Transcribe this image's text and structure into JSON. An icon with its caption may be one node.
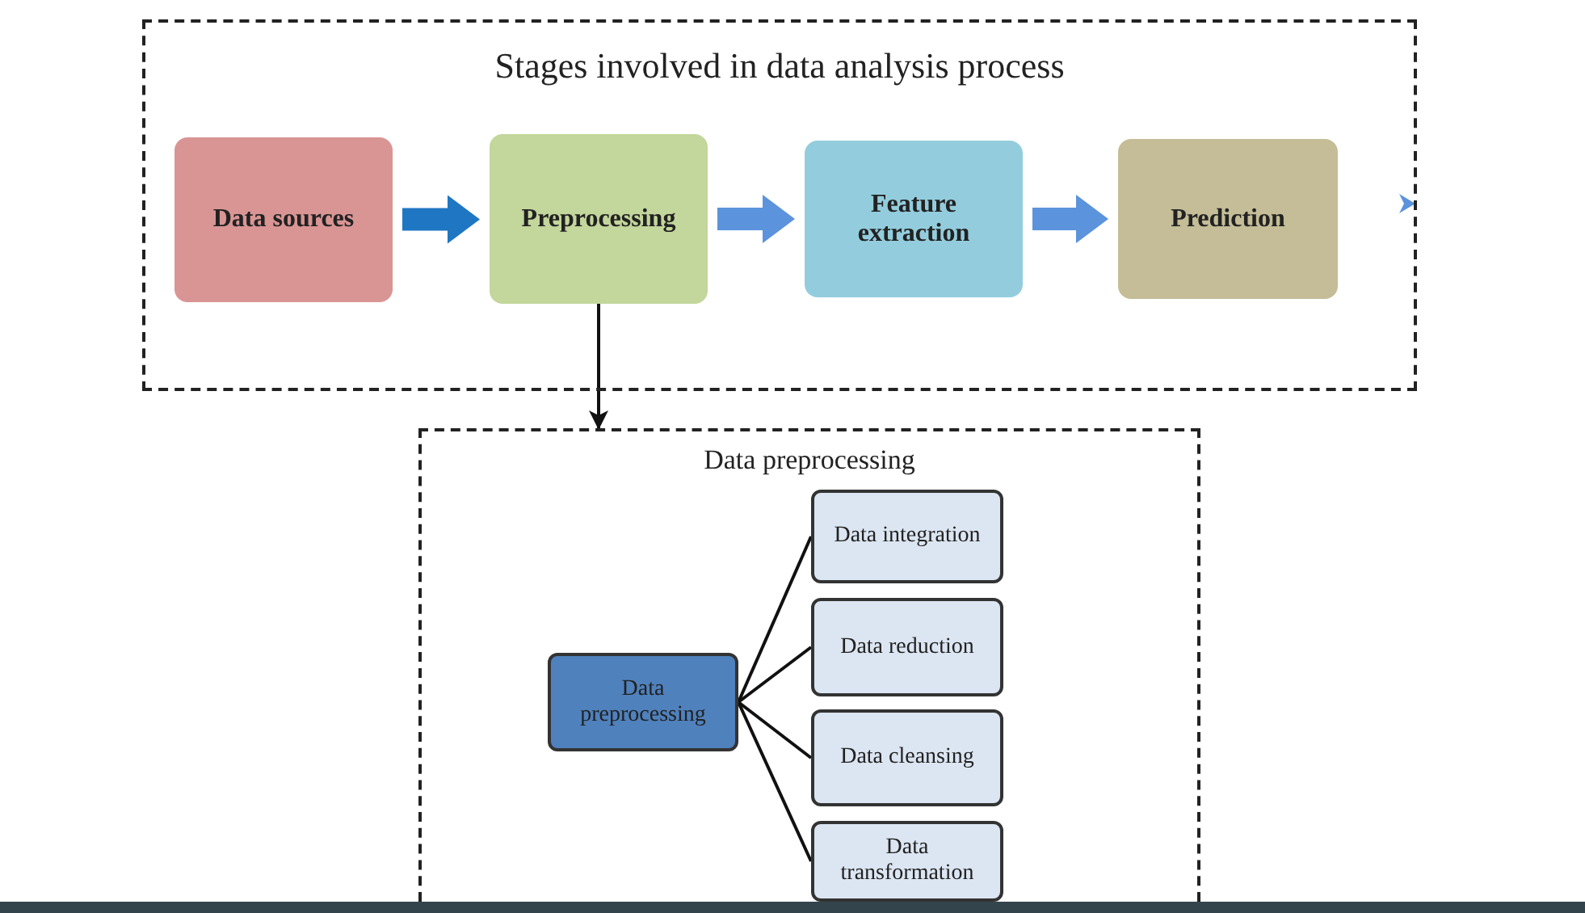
{
  "diagram": {
    "nodes": [
      {
        "text": [
          "Stages involved in data analysis process"
        ]
      },
      {
        "text": [
          "Data sources"
        ],
        "in": 0
      },
      {
        "text": [
          "Preprocessing"
        ],
        "in": 0
      },
      {
        "text": [
          "Feature extraction"
        ],
        "in": 0
      },
      {
        "text": [
          "Prediction"
        ],
        "in": 0
      },
      {
        "text": [
          "Data preprocessing"
        ]
      },
      {
        "text": [
          "Data preprocessing"
        ],
        "in": 5
      },
      {
        "text": [
          "Data integration"
        ],
        "in": 5
      },
      {
        "text": [
          "Data reduction"
        ],
        "in": 5
      },
      {
        "text": [
          "Data cleansing"
        ],
        "in": 5
      },
      {
        "text": [
          "Data transformation"
        ],
        "in": 5
      }
    ],
    "edges": [
      {
        "from": 1,
        "to": 2,
        "arrow": "to",
        "style": "thick",
        "color": "#1f77c4"
      },
      {
        "from": 2,
        "to": 3,
        "arrow": "to",
        "style": "thick",
        "color": "#5b93dc"
      },
      {
        "from": 3,
        "to": 4,
        "arrow": "to",
        "style": "thick",
        "color": "#5b93dc"
      },
      {
        "from": 2,
        "to": 5,
        "arrow": "to"
      },
      {
        "from": 6,
        "to": 7,
        "arrow": "none"
      },
      {
        "from": 6,
        "to": 8,
        "arrow": "none"
      },
      {
        "from": 6,
        "to": 9,
        "arrow": "none"
      },
      {
        "from": 6,
        "to": 10,
        "arrow": "none"
      }
    ]
  }
}
